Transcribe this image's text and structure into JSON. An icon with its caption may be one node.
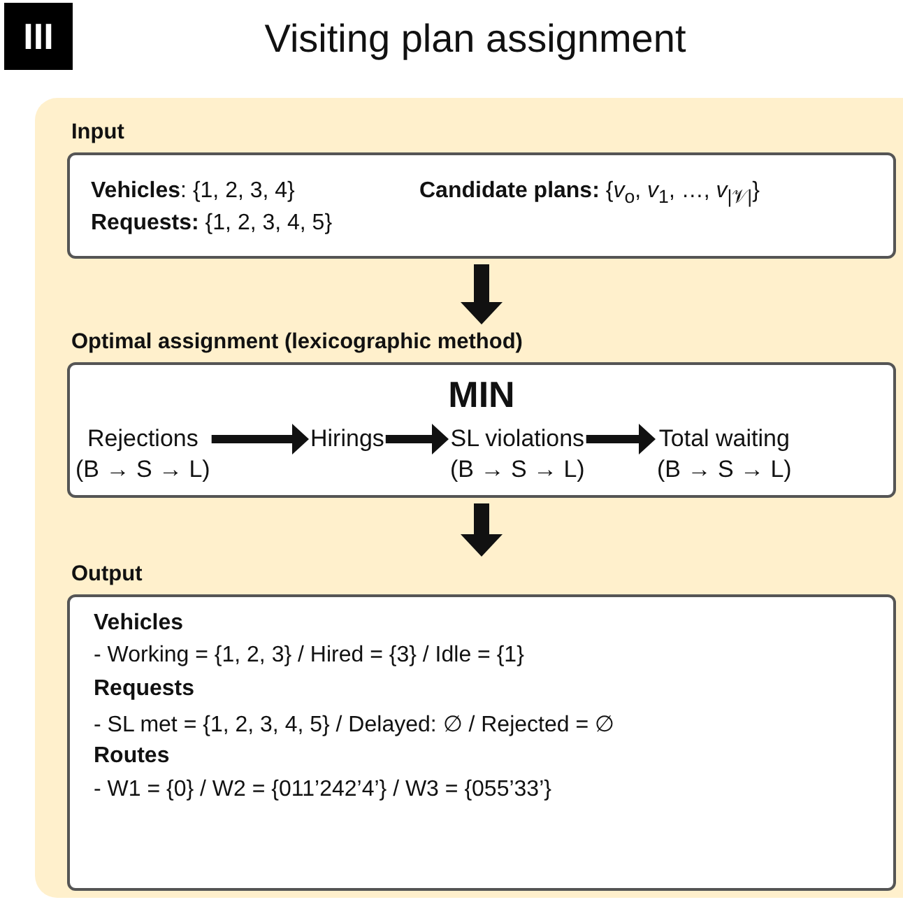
{
  "diagram": {
    "title": "Visiting plan assignment",
    "nodes": [
      {
        "text": [
          "Input",
          "**Vehicles**: {1, 2, 3, 4}",
          "**Candidate plans:** {*v*$_{o}$, *v*$_{1}$, …, *v*$_{|𝒱|}$}",
          "**Requests:** {1, 2, 3, 4, 5}"
        ]
      },
      {
        "text": [
          "Optimal assignment (lexicographic method)",
          "MIN"
        ]
      },
      {
        "text": [
          "Rejections",
          "(B → S → L)"
        ],
        "in": 1
      },
      {
        "text": [
          "Hirings"
        ],
        "in": 1
      },
      {
        "text": [
          "SL violations",
          "(B → S → L)"
        ],
        "in": 1
      },
      {
        "text": [
          "Total waiting",
          "(B → S → L)"
        ],
        "in": 1
      },
      {
        "text": [
          "Output",
          "Vehicles",
          "- Working = {1, 2, 3} / Hired = {3} / Idle = {1}",
          "Requests",
          "- SL met = {1, 2, 3, 4, 5} / Delayed: ∅ / Rejected = ∅",
          "Routes",
          "- W1 = {0} / W2 = {011’242’4’} / W3 = {055’33’}"
        ]
      }
    ],
    "edges": [
      {
        "from": 0,
        "to": 1,
        "arrow": "to",
        "style": "thick"
      },
      {
        "from": 2,
        "to": 3,
        "arrow": "to"
      },
      {
        "from": 3,
        "to": 4,
        "arrow": "to"
      },
      {
        "from": 4,
        "to": 5,
        "arrow": "to"
      },
      {
        "from": 1,
        "to": 6,
        "arrow": "to",
        "style": "thick"
      }
    ],
    "labels": [
      "III"
    ]
  }
}
